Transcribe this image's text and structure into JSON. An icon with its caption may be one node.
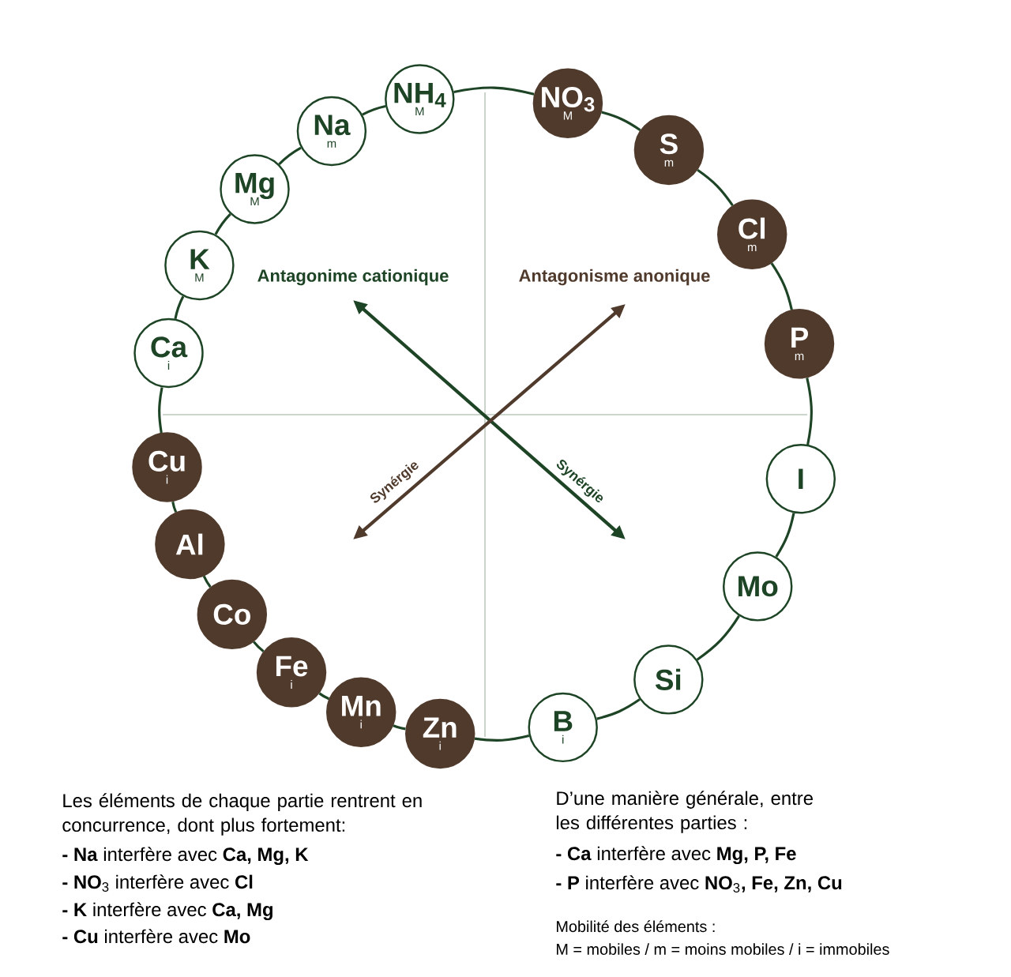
{
  "diagram": {
    "nodes": [
      {
        "text": [
          "NH$_{4}$",
          "M"
        ]
      },
      {
        "text": [
          "Na",
          "m"
        ]
      },
      {
        "text": [
          "Mg",
          "M"
        ]
      },
      {
        "text": [
          "K",
          "M"
        ]
      },
      {
        "text": [
          "Ca",
          "i"
        ]
      },
      {
        "text": [
          "Cu",
          "i"
        ]
      },
      {
        "text": [
          "Al"
        ]
      },
      {
        "text": [
          "Co"
        ]
      },
      {
        "text": [
          "Fe",
          "i"
        ]
      },
      {
        "text": [
          "Mn",
          "i"
        ]
      },
      {
        "text": [
          "Zn",
          "i"
        ]
      },
      {
        "text": [
          "NO$_{3}$",
          "M"
        ]
      },
      {
        "text": [
          "S",
          "m"
        ]
      },
      {
        "text": [
          "Cl",
          "m"
        ]
      },
      {
        "text": [
          "P",
          "m"
        ]
      },
      {
        "text": [
          "I"
        ]
      },
      {
        "text": [
          "Mo"
        ]
      },
      {
        "text": [
          "Si"
        ]
      },
      {
        "text": [
          "B",
          "i"
        ]
      }
    ],
    "edges": [
      {
        "from": 0,
        "to": 1,
        "arrow": "none"
      },
      {
        "from": 1,
        "to": 2,
        "arrow": "none"
      },
      {
        "from": 2,
        "to": 3,
        "arrow": "none"
      },
      {
        "from": 3,
        "to": 4,
        "arrow": "none"
      },
      {
        "from": 4,
        "to": 5,
        "arrow": "none"
      },
      {
        "from": 5,
        "to": 6,
        "arrow": "none"
      },
      {
        "from": 6,
        "to": 7,
        "arrow": "none"
      },
      {
        "from": 7,
        "to": 8,
        "arrow": "none"
      },
      {
        "from": 8,
        "to": 9,
        "arrow": "none"
      },
      {
        "from": 9,
        "to": 10,
        "arrow": "none"
      },
      {
        "from": 10,
        "to": 18,
        "arrow": "none"
      },
      {
        "from": 18,
        "to": 17,
        "arrow": "none"
      },
      {
        "from": 17,
        "to": 16,
        "arrow": "none"
      },
      {
        "from": 16,
        "to": 15,
        "arrow": "none"
      },
      {
        "from": 15,
        "to": 14,
        "arrow": "none"
      },
      {
        "from": 14,
        "to": 13,
        "arrow": "none"
      },
      {
        "from": 13,
        "to": 12,
        "arrow": "none"
      },
      {
        "from": 12,
        "to": 11,
        "arrow": "none"
      },
      {
        "from": 11,
        "to": 0,
        "arrow": "none"
      }
    ],
    "labels": [
      "Antagonime cationique",
      "Antagonisme anonique",
      "Synérgie",
      "Synérgie",
      "Les éléments de chaque partie rentrent en concurrence, dont plus fortement:",
      "**- Na** interfère avec **Ca, Mg, K**",
      "**- NO**$_{3}$ interfère avec **Cl**",
      "**- K** interfère avec **Ca, Mg**",
      "**- Cu** interfère avec **Mo**",
      "D’une manière générale, entre les différentes parties :",
      "**- Ca** interfère avec **Mg, P, Fe**",
      "**- P** interfère avec **NO**$_{3}$**, Fe, Zn, Cu**",
      "Mobilité des éléments :",
      "M = mobiles / m = moins mobiles / i = immobiles"
    ]
  }
}
